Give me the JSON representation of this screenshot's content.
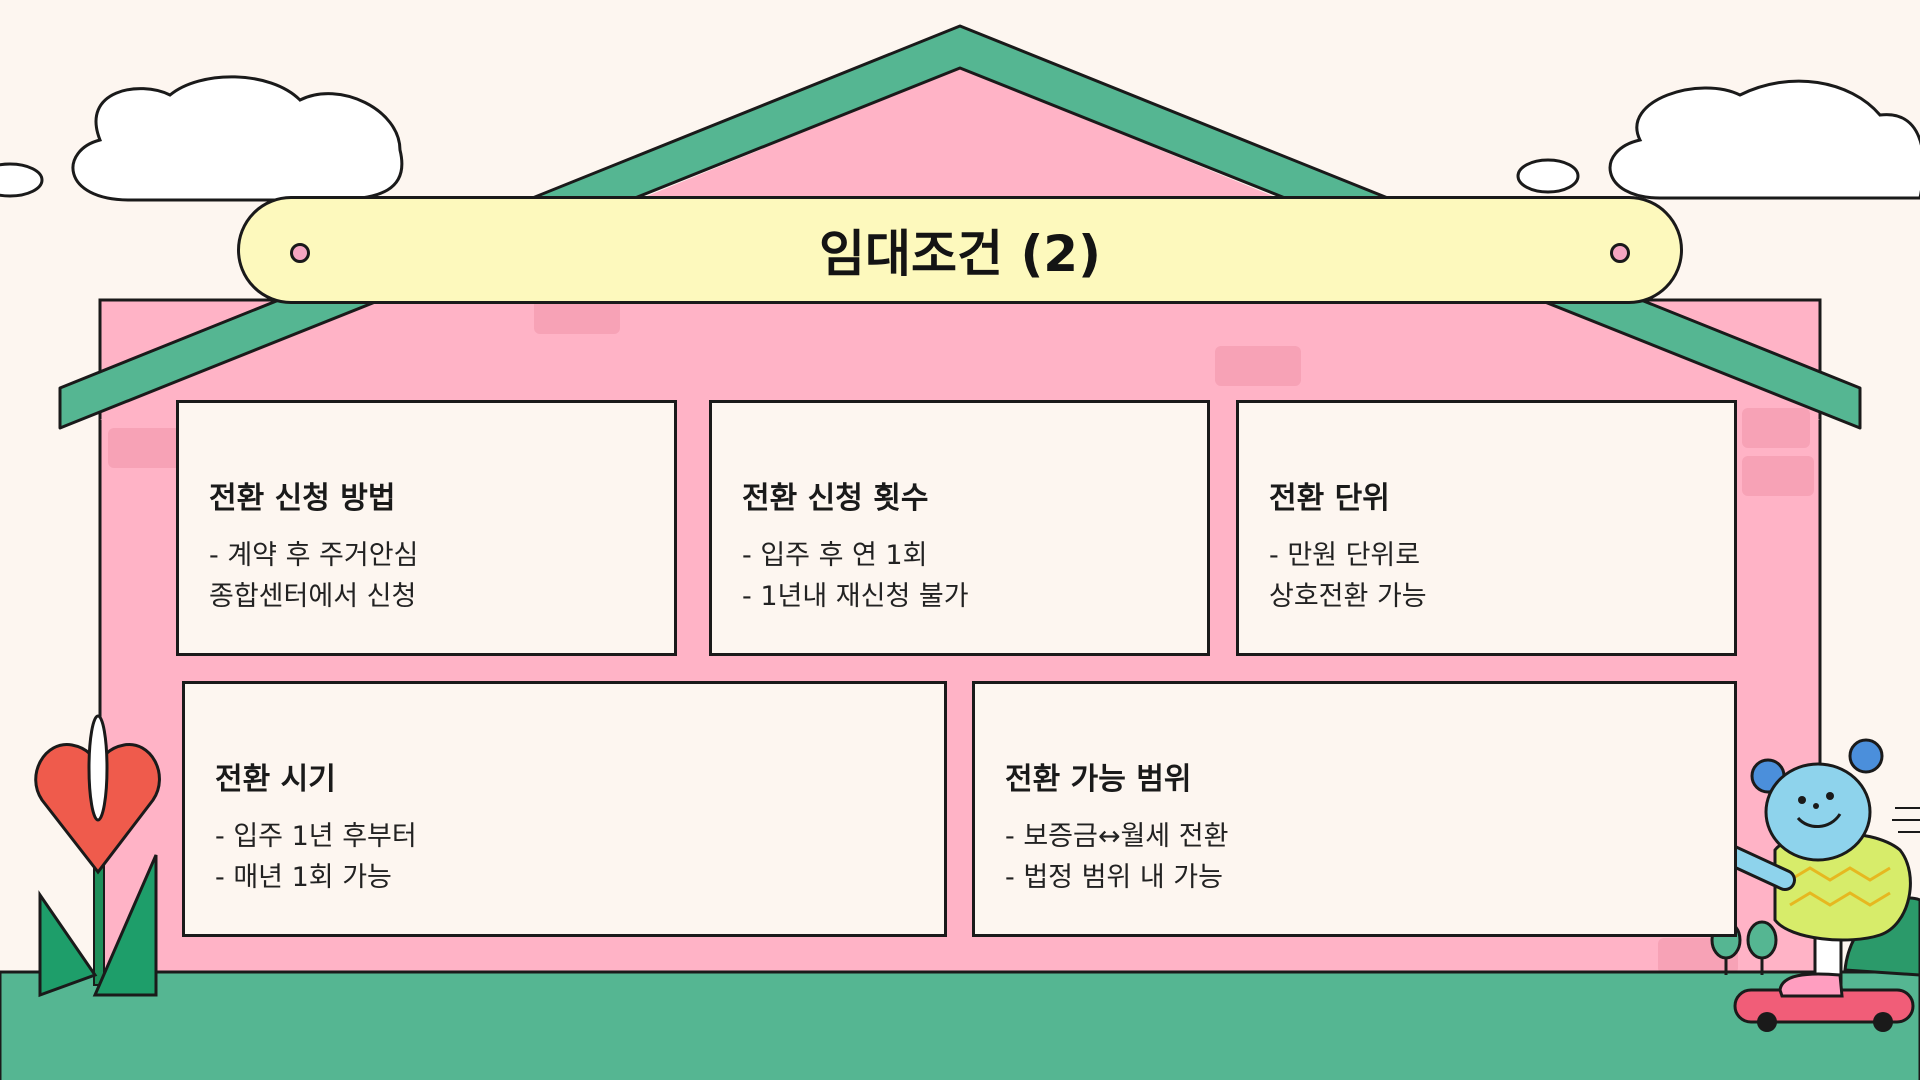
{
  "title": "임대조건 (2)",
  "cards": [
    {
      "title": "전환 신청 방법",
      "lines": [
        "- 계약 후 주거안심",
        "종합센터에서 신청"
      ]
    },
    {
      "title": "전환 신청 횟수",
      "lines": [
        "- 입주 후 연 1회",
        "- 1년내 재신청 불가"
      ]
    },
    {
      "title": "전환 단위",
      "lines": [
        "- 만원 단위로",
        "상호전환 가능"
      ]
    },
    {
      "title": "전환 시기",
      "lines": [
        "- 입주 1년 후부터",
        "- 매년 1회 가능"
      ]
    },
    {
      "title": "전환 가능 범위",
      "lines": [
        "- 보증금↔월세 전환",
        "- 법정 범위 내 가능"
      ]
    }
  ],
  "colors": {
    "background": "#fdf6f0",
    "house": "#ffb3c6",
    "roof": "#55b692",
    "ground": "#55b692",
    "banner": "#fdf9bd",
    "card": "#fdf6f0",
    "outline": "#1a1a1a"
  },
  "decorations": [
    "cloud-icon",
    "flower-icon",
    "mascot-skateboarder-icon",
    "tree-icon"
  ]
}
